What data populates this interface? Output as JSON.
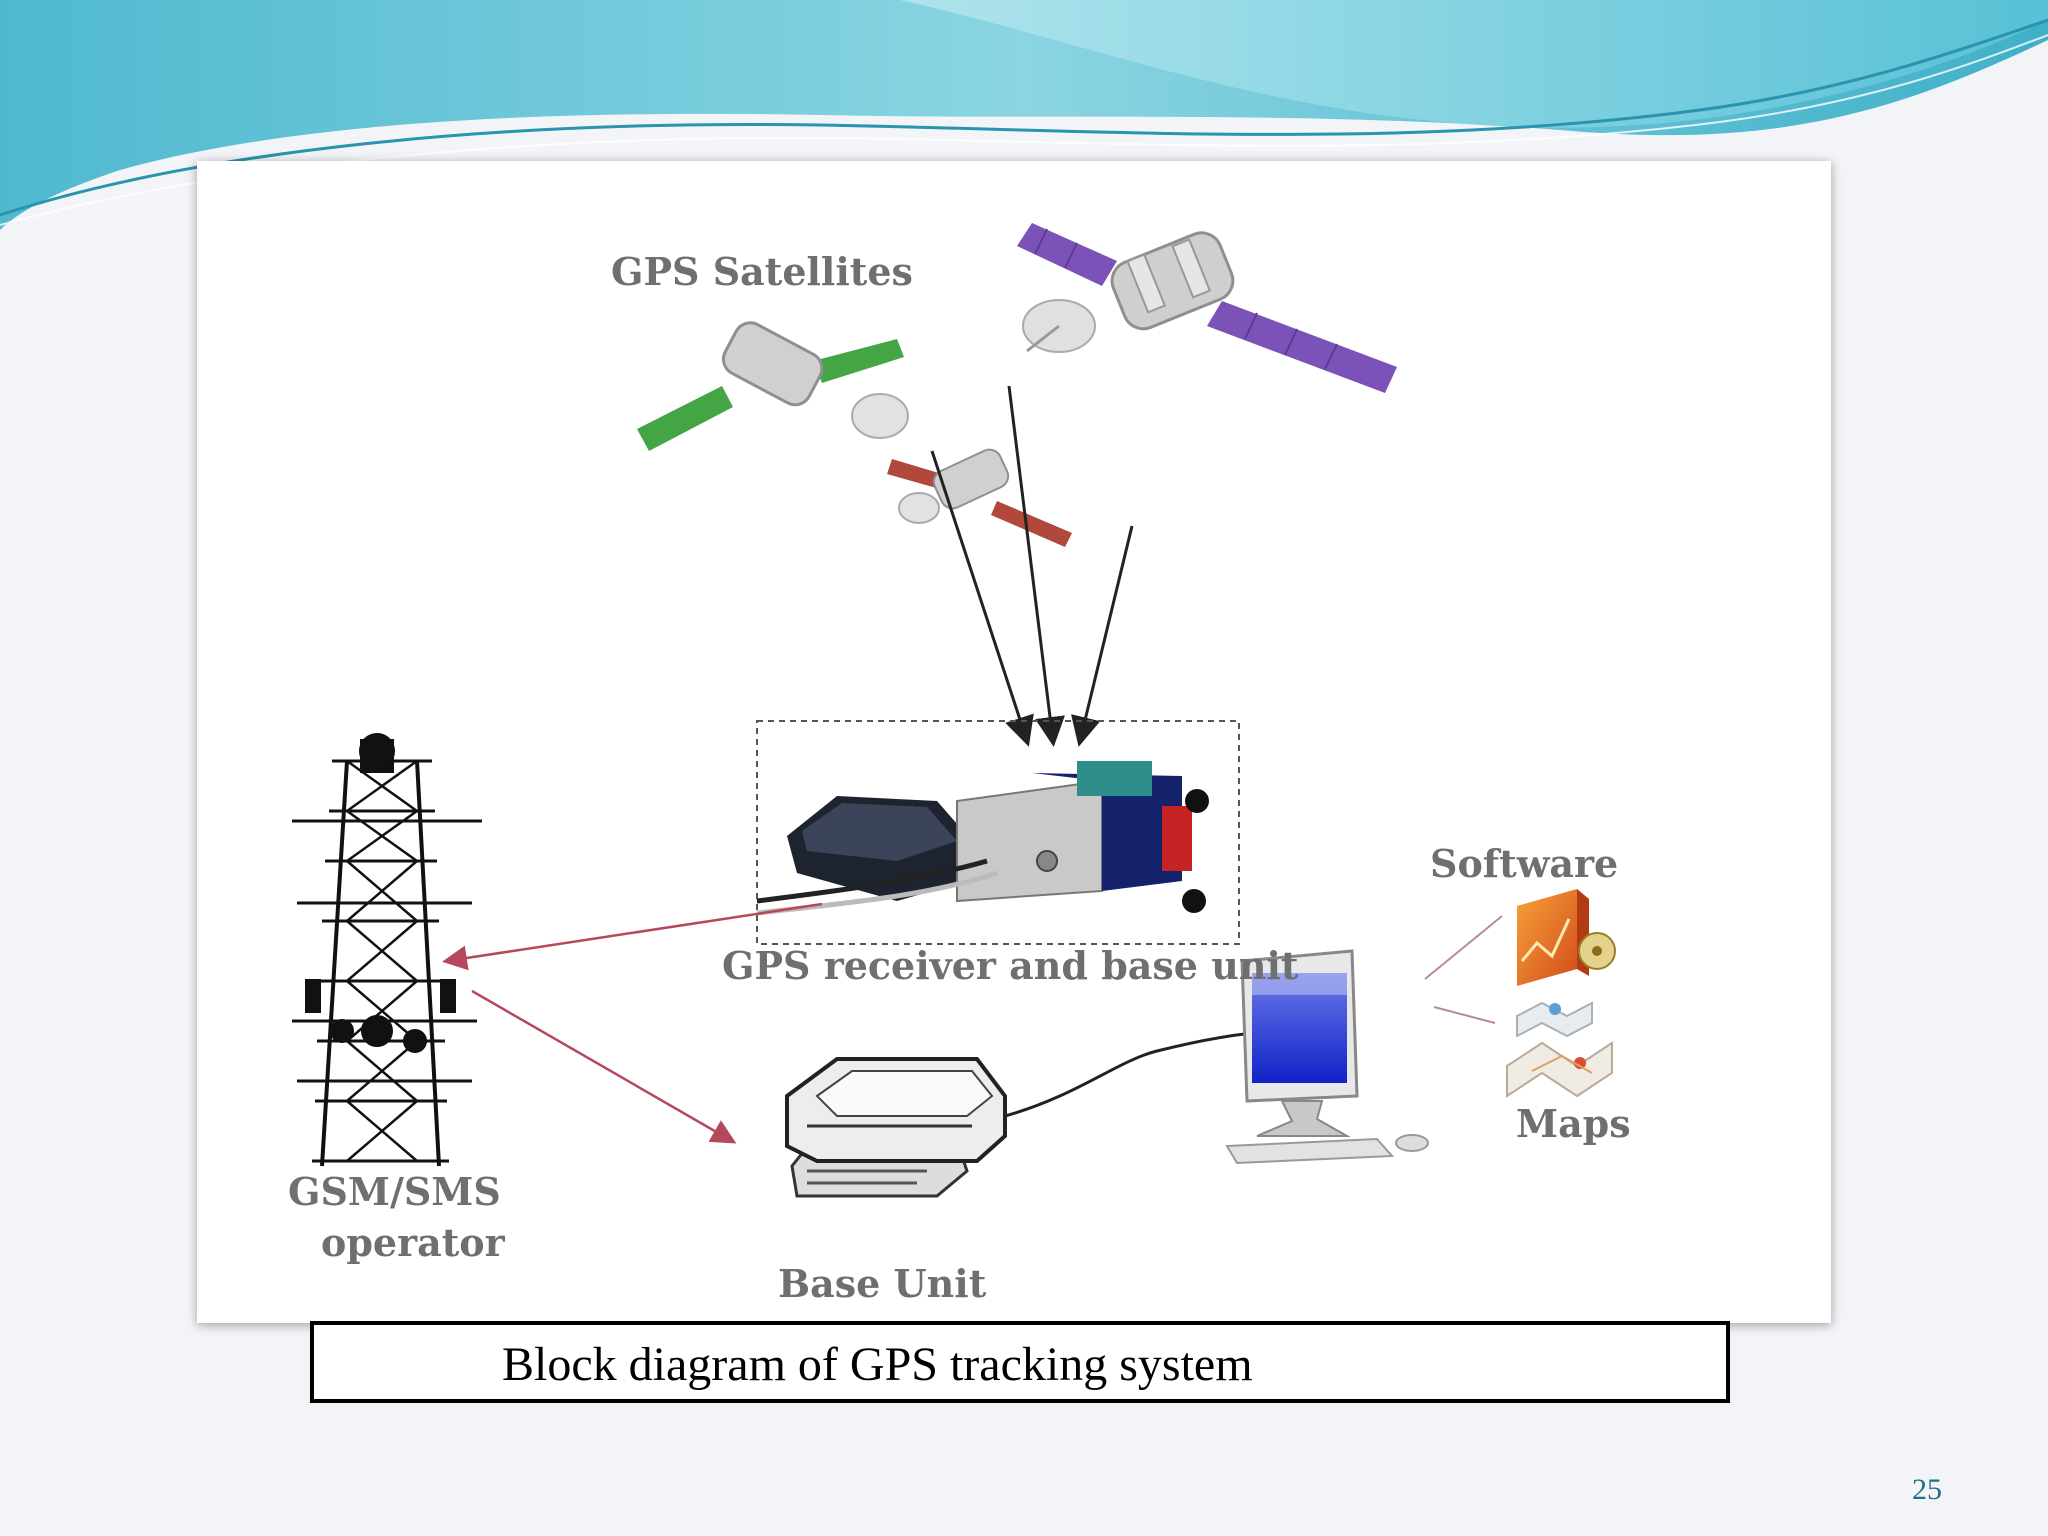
{
  "figure": {
    "labels": {
      "satellites": "GPS Satellites",
      "receiver": "GPS receiver and base unit",
      "software": "Software",
      "maps": "Maps",
      "gsm_line1": "GSM/SMS",
      "gsm_line2": "operator",
      "base_unit": "Base Unit"
    },
    "icons": [
      "satellite-icon",
      "gps-receiver-icon",
      "cell-tower-icon",
      "base-unit-icon",
      "computer-monitor-icon",
      "software-box-icon",
      "map-icon"
    ]
  },
  "caption": "Block diagram of GPS tracking system",
  "page_number": "25",
  "colors": {
    "banner_teal": "#5fc3d6",
    "banner_light": "#a8e1ea",
    "arrow_red": "#b5485a",
    "caption_border": "#000000"
  }
}
